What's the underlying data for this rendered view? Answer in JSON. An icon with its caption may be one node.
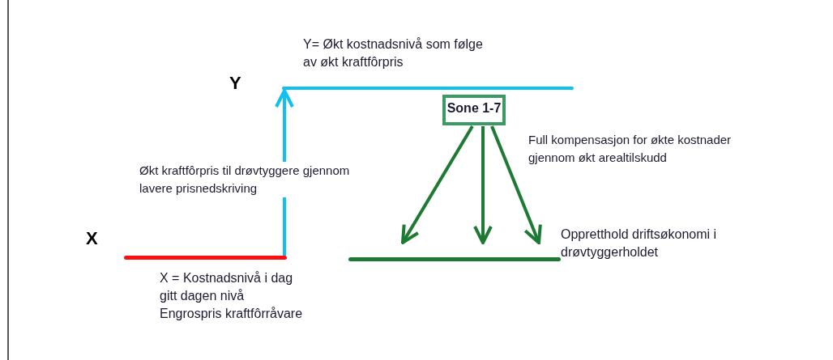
{
  "diagram": {
    "nodes": [
      {
        "text": [],
        "shape": "bar",
        "beside": [
          "X",
          "X = Kostnadsnivå i dag gitt dagen nivå Engrospris kraftfôrråvare"
        ]
      },
      {
        "text": [],
        "shape": "bar",
        "beside": [
          "Y",
          "Y= Økt kostnadsnivå som følge av økt kraftfôrpris"
        ]
      },
      {
        "text": [
          "Sone 1-7"
        ]
      },
      {
        "text": [],
        "shape": "bar",
        "beside": [
          "Oppretthold driftsøkonomi i drøvtyggerholdet"
        ]
      }
    ],
    "edges": [
      {
        "from": 0,
        "to": 1,
        "arrow": "to",
        "label": "Økt kraftfôrpris til drøvtyggere gjennom lavere prisnedskriving",
        "color": "#10c0f0"
      },
      {
        "from": 2,
        "to": 3,
        "arrow": "to"
      },
      {
        "from": 2,
        "to": 3,
        "arrow": "to"
      },
      {
        "from": 2,
        "to": 3,
        "arrow": "to",
        "label": "Full kompensasjon for økte kostnader gjennom økt arealtilskudd"
      }
    ]
  }
}
